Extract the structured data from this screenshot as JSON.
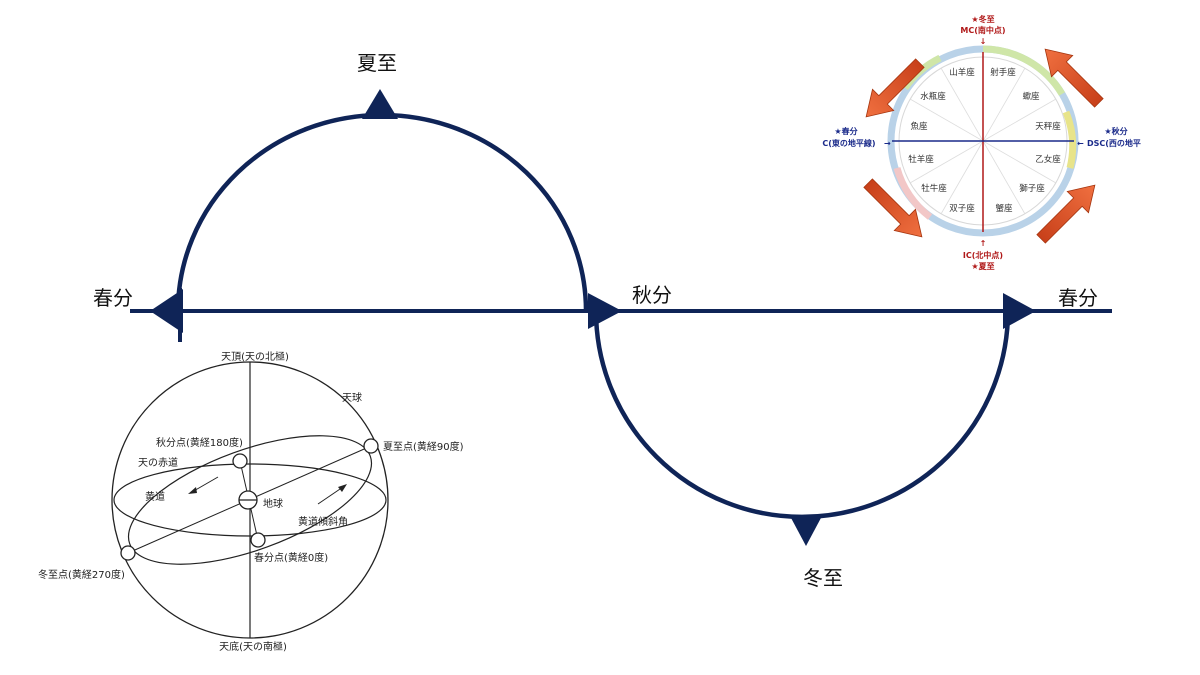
{
  "main_diagram": {
    "summer_solstice": "夏至",
    "winter_solstice": "冬至",
    "vernal_equinox_left": "春分",
    "autumnal_equinox": "秋分",
    "vernal_equinox_right": "春分",
    "colors": {
      "line": "#0f2457"
    }
  },
  "celestial_sphere": {
    "zenith": "天頂(天の北極)",
    "nadir": "天底(天の南極)",
    "sphere": "天球",
    "autumn_point": "秋分点(黄経180度)",
    "summer_point": "夏至点(黄経90度)",
    "winter_point": "冬至点(黄経270度)",
    "spring_point": "春分点(黄経0度)",
    "celestial_equator": "天の赤道",
    "ecliptic": "黄道",
    "earth": "地球",
    "obliquity": "黄道傾斜角"
  },
  "zodiac_wheel": {
    "top_star": "★冬至",
    "mc": "MC(南中点)",
    "left_star": "★春分",
    "asc": "C(東の地平線)",
    "right_star": "★秋分",
    "dsc": "DSC(西の地平",
    "ic": "IC(北中点)",
    "bottom_star": "★夏至",
    "signs": {
      "capricorn": "山羊座",
      "sagittarius": "射手座",
      "aquarius": "水瓶座",
      "scorpio": "蠍座",
      "pisces": "魚座",
      "libra": "天秤座",
      "aries": "牡羊座",
      "virgo": "乙女座",
      "taurus": "牡牛座",
      "leo": "獅子座",
      "gemini": "双子座",
      "cancer": "蟹座"
    },
    "colors": {
      "arrow": "#e0592a",
      "axis_blue": "#1a2a8a",
      "axis_red": "#b01818"
    }
  }
}
